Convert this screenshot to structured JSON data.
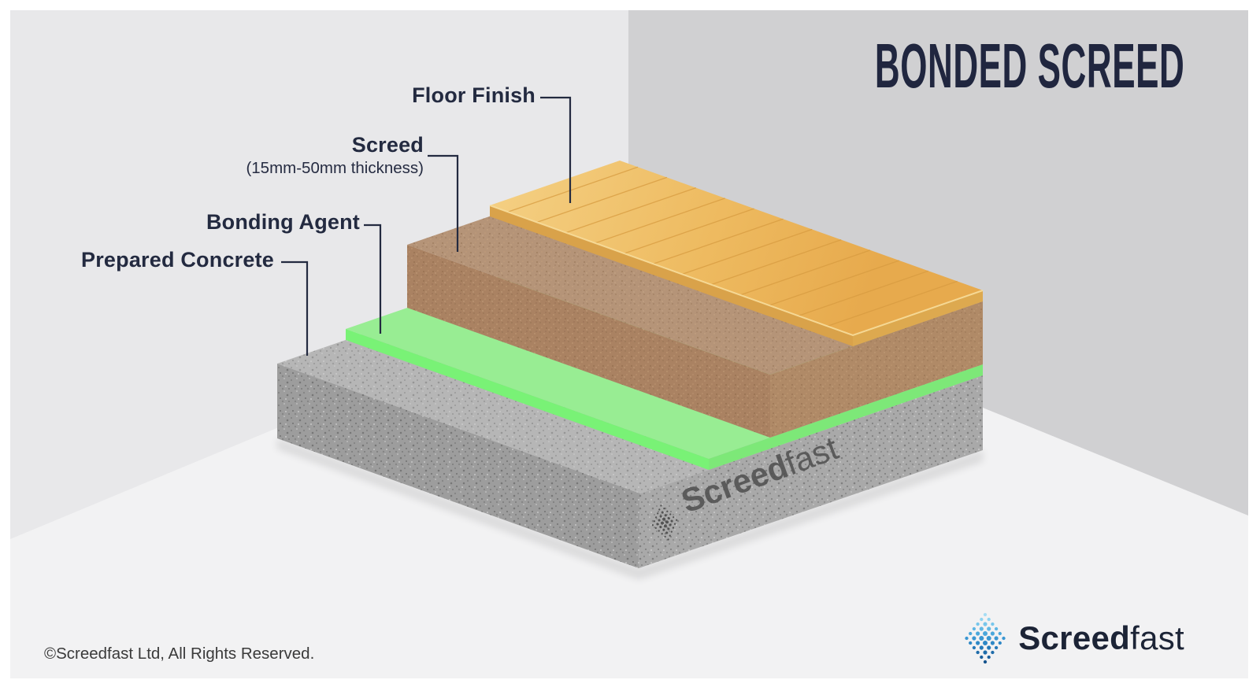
{
  "header": {
    "title": "BONDED SCREED"
  },
  "diagram": {
    "layers": [
      {
        "label": "Floor Finish",
        "material": "wood floor finish",
        "color": "#ecb75e"
      },
      {
        "label": "Screed",
        "note": "(15mm-50mm thickness)",
        "material": "screed",
        "color": "#b59478"
      },
      {
        "label": "Bonding Agent",
        "material": "bonding agent",
        "color": "#79f276"
      },
      {
        "label": "Prepared Concrete",
        "material": "prepared concrete",
        "color": "#a9a9a9"
      }
    ],
    "watermark": {
      "bold": "Screed",
      "light": "fast"
    }
  },
  "footer": {
    "copyright": "©Screedfast Ltd, All Rights Reserved.",
    "logo": {
      "bold": "Screed",
      "light": "fast"
    }
  },
  "colors": {
    "title_navy": "#20263f",
    "label_navy": "#232a40",
    "left_wall": "#e8e8ea",
    "right_wall": "#d0d0d2",
    "floor": "#f2f2f3",
    "watermark_gray": "#4e4e4e",
    "logo_navy": "#1c2436",
    "logo_blues": [
      "#a6ddf4",
      "#8fd3f0",
      "#77c6eb",
      "#60b7e4",
      "#4aa7db",
      "#3a97d2",
      "#2e88c6",
      "#2579b9",
      "#1f6caa",
      "#1a5f9c",
      "#16548e"
    ]
  }
}
